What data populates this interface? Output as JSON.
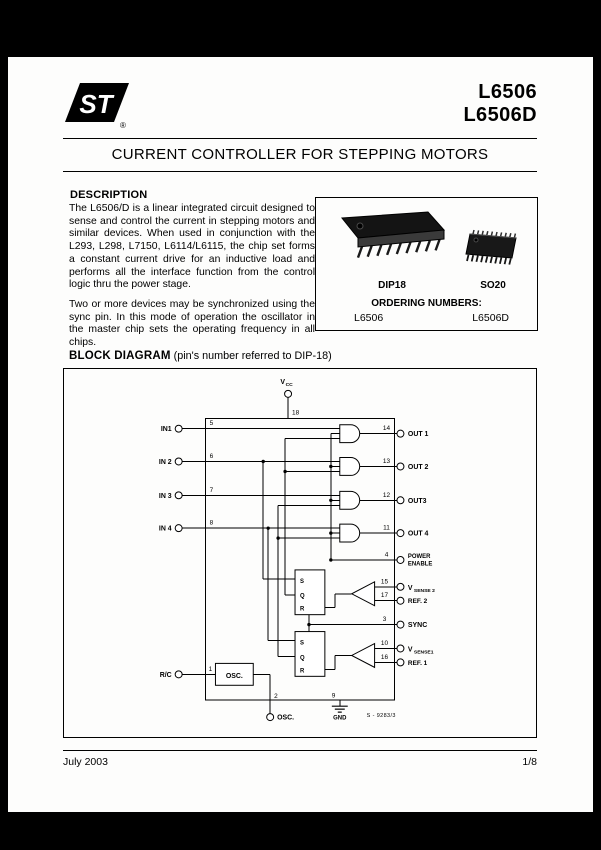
{
  "page": {
    "brand": {
      "logo_text": "ST",
      "registered": "®"
    },
    "part_numbers": [
      "L6506",
      "L6506D"
    ],
    "title": "CURRENT CONTROLLER FOR STEPPING MOTORS"
  },
  "description": {
    "heading": "DESCRIPTION",
    "paragraphs": [
      "The L6506/D is a linear integrated circuit designed to sense and control the current in stepping motors and similar devices. When used in conjunction with the L293, L298, L7150, L6114/L6115, the chip set forms a constant current drive for an inductive load and performs all the interface function from the control logic thru the power stage.",
      "Two or more devices may be synchronized using the sync pin. In this mode of operation the oscillator in the master chip sets the operating frequency in all chips."
    ]
  },
  "packages": {
    "dip_label": "DIP18",
    "so_label": "SO20",
    "ordering_heading": "ORDERING NUMBERS:",
    "ordering_numbers": [
      "L6506",
      "L6506D"
    ]
  },
  "block_diagram": {
    "heading": "BLOCK DIAGRAM",
    "heading_note": "(pin's number referred to DIP-18)",
    "vcc": {
      "v": "V",
      "sub": "CC",
      "pin": "18"
    },
    "inputs": [
      {
        "label": "IN1",
        "pin": "5"
      },
      {
        "label": "IN 2",
        "pin": "6"
      },
      {
        "label": "IN 3",
        "pin": "7"
      },
      {
        "label": "IN 4",
        "pin": "8"
      }
    ],
    "outputs": [
      {
        "label": "OUT 1",
        "pin": "14"
      },
      {
        "label": "OUT 2",
        "pin": "13"
      },
      {
        "label": "OUT3",
        "pin": "12"
      },
      {
        "label": "OUT 4",
        "pin": "11"
      }
    ],
    "right_pins": {
      "power_enable": {
        "pin": "4",
        "line1": "POWER",
        "line2": "ENABLE"
      },
      "vsense2": {
        "pin": "15",
        "v": "V",
        "sub": "SENSE 2"
      },
      "ref2": {
        "pin": "17",
        "label": "REF. 2"
      },
      "sync": {
        "pin": "3",
        "label": "SYNC"
      },
      "vsense1": {
        "pin": "10",
        "v": "V",
        "sub": "SENSE1"
      },
      "ref1": {
        "pin": "16",
        "label": "REF. 1"
      }
    },
    "bottom_pins": {
      "osc_out": {
        "pin": "2",
        "label": "OSC."
      },
      "gnd": {
        "pin": "9",
        "label": "GND"
      }
    },
    "osc_block": "OSC.",
    "rc": {
      "pin": "1",
      "label": "R/C"
    },
    "flipflop": {
      "s": "S",
      "q": "Q",
      "r": "R"
    },
    "figure_code": "S - 9283/3"
  },
  "footer": {
    "date": "July 2003",
    "page": "1/8"
  }
}
